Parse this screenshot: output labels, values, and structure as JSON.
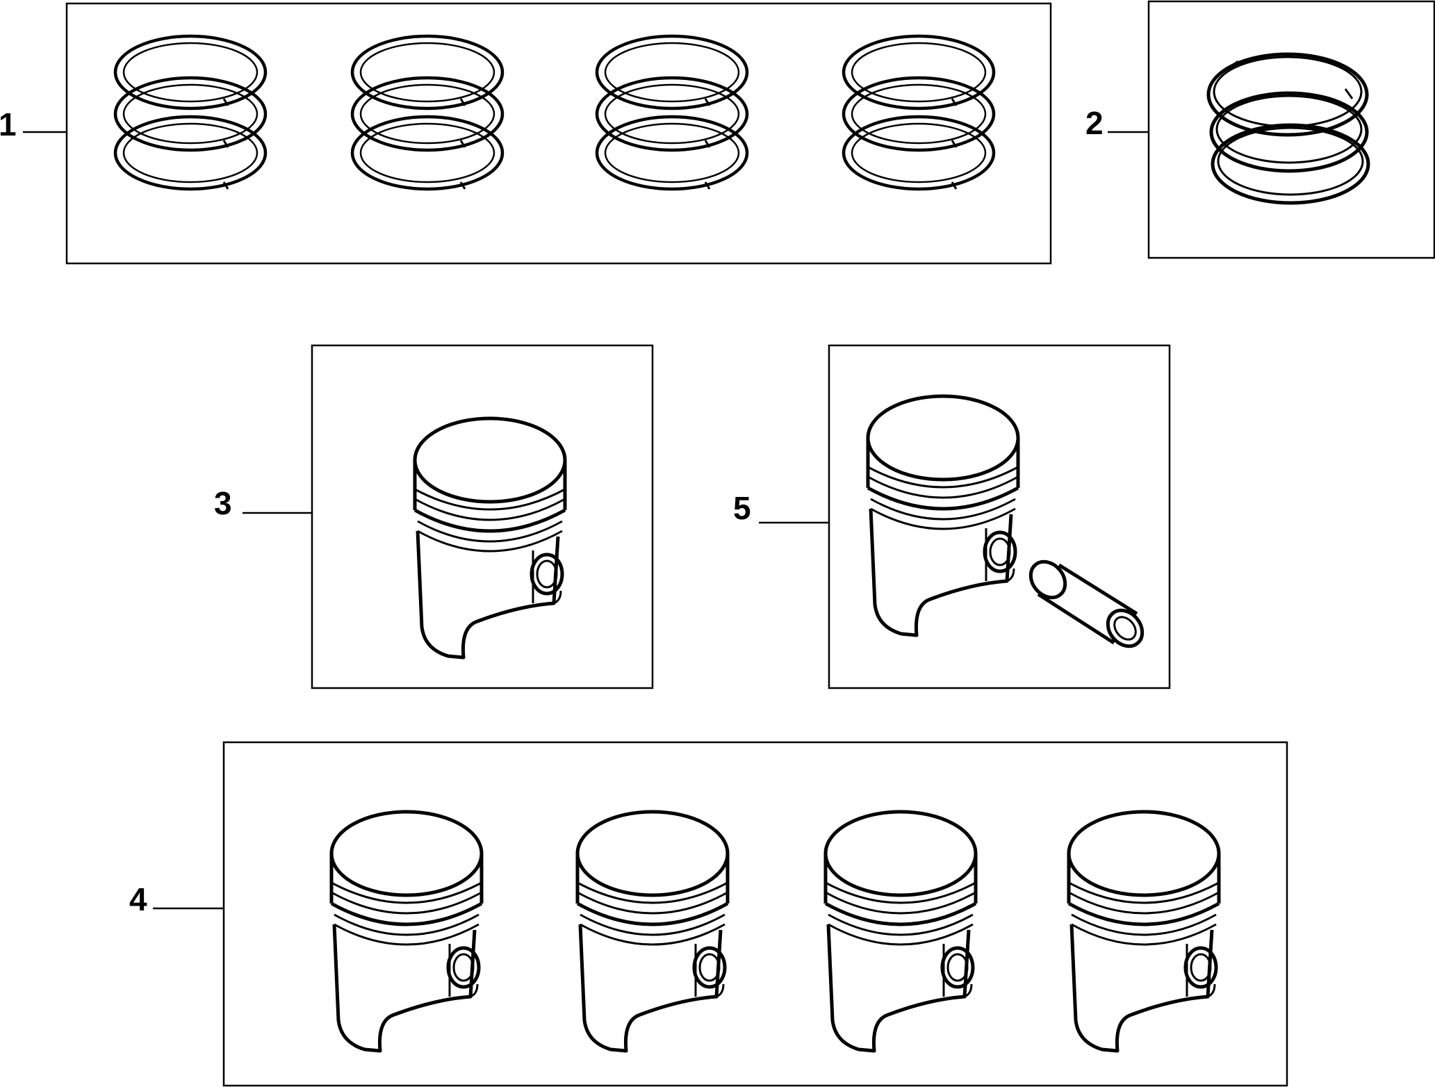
{
  "diagram": {
    "line_color": "#000000",
    "background": "#ffffff",
    "callouts": [
      {
        "label": "1",
        "part": "piston-ring-set-x4"
      },
      {
        "label": "2",
        "part": "piston-ring-set"
      },
      {
        "label": "3",
        "part": "piston"
      },
      {
        "label": "5",
        "part": "piston-with-pin"
      },
      {
        "label": "4",
        "part": "piston-set-x4"
      }
    ]
  }
}
